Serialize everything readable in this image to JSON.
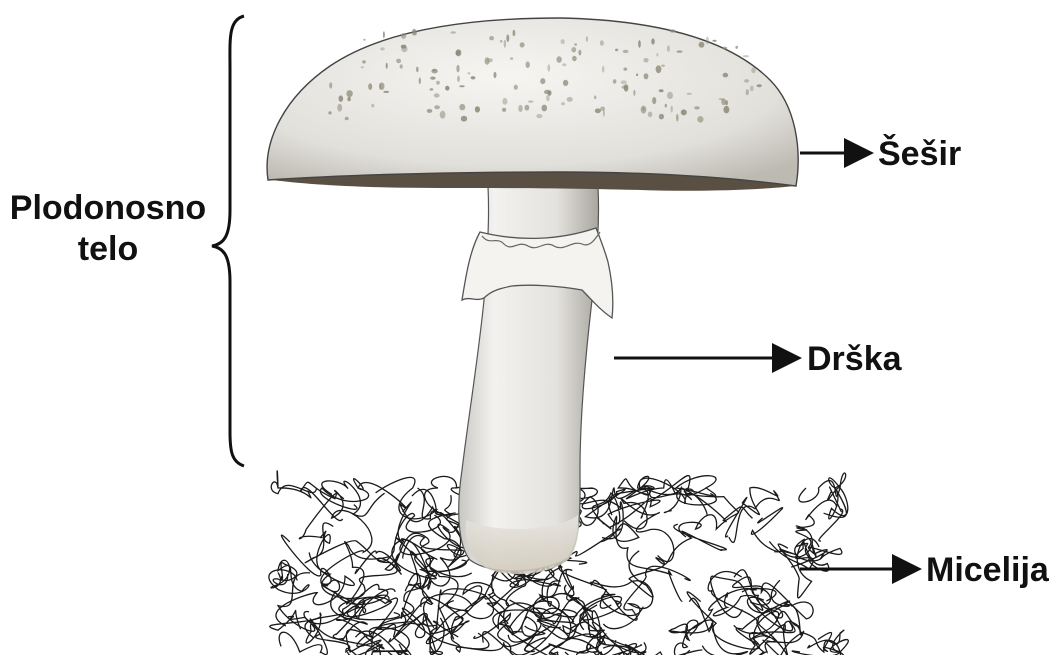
{
  "labels": {
    "fruiting_body_line1": "Plodonosno",
    "fruiting_body_line2": "telo",
    "cap": "Šešir",
    "stem": "Drška",
    "mycelium": "Micelija"
  },
  "colors": {
    "text": "#111111",
    "cap": "#eceae6",
    "cap_spots": "#8d8a78",
    "gills": "#5a4f43",
    "stem": "#e9e8e6",
    "mycelium": "#1a1a1a"
  }
}
